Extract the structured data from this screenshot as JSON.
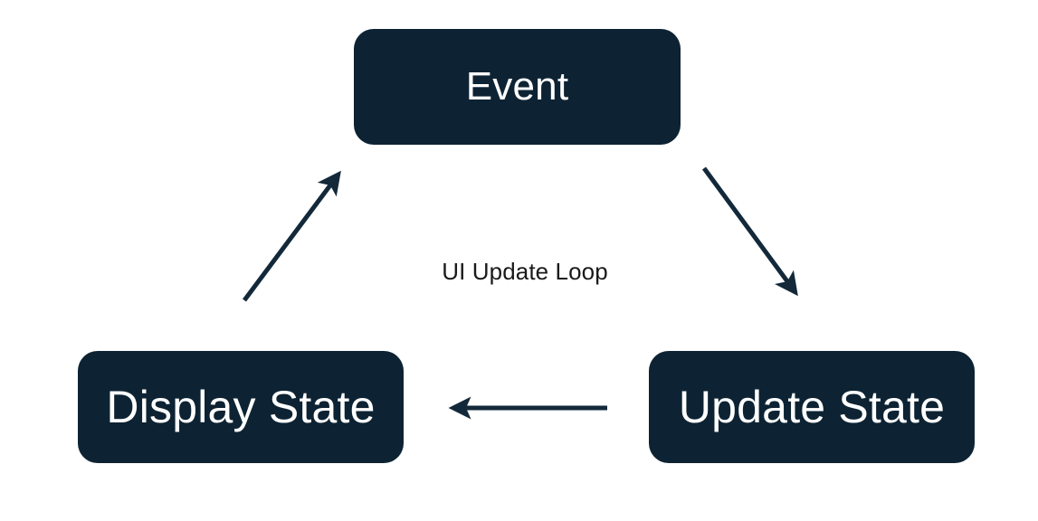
{
  "diagram": {
    "title": "UI Update Loop",
    "type": "cycle-flow-diagram",
    "background_color": "#ffffff",
    "node_fill_color": "#0d2333",
    "node_text_color": "#ffffff",
    "arrow_color": "#13293a",
    "label_text_color": "#1a1a1a",
    "center_label": "UI Update Loop",
    "nodes": [
      {
        "id": "event",
        "label": "Event"
      },
      {
        "id": "update-state",
        "label": "Update State"
      },
      {
        "id": "display-state",
        "label": "Display State"
      }
    ],
    "edges": [
      {
        "id": "event-to-update",
        "from": "Event",
        "to": "Update State",
        "direction": "down-right",
        "label": ""
      },
      {
        "id": "update-to-display",
        "from": "Update State",
        "to": "Display State",
        "direction": "left",
        "label": ""
      },
      {
        "id": "display-to-event",
        "from": "Display State",
        "to": "Event",
        "direction": "up-right",
        "label": ""
      }
    ]
  }
}
